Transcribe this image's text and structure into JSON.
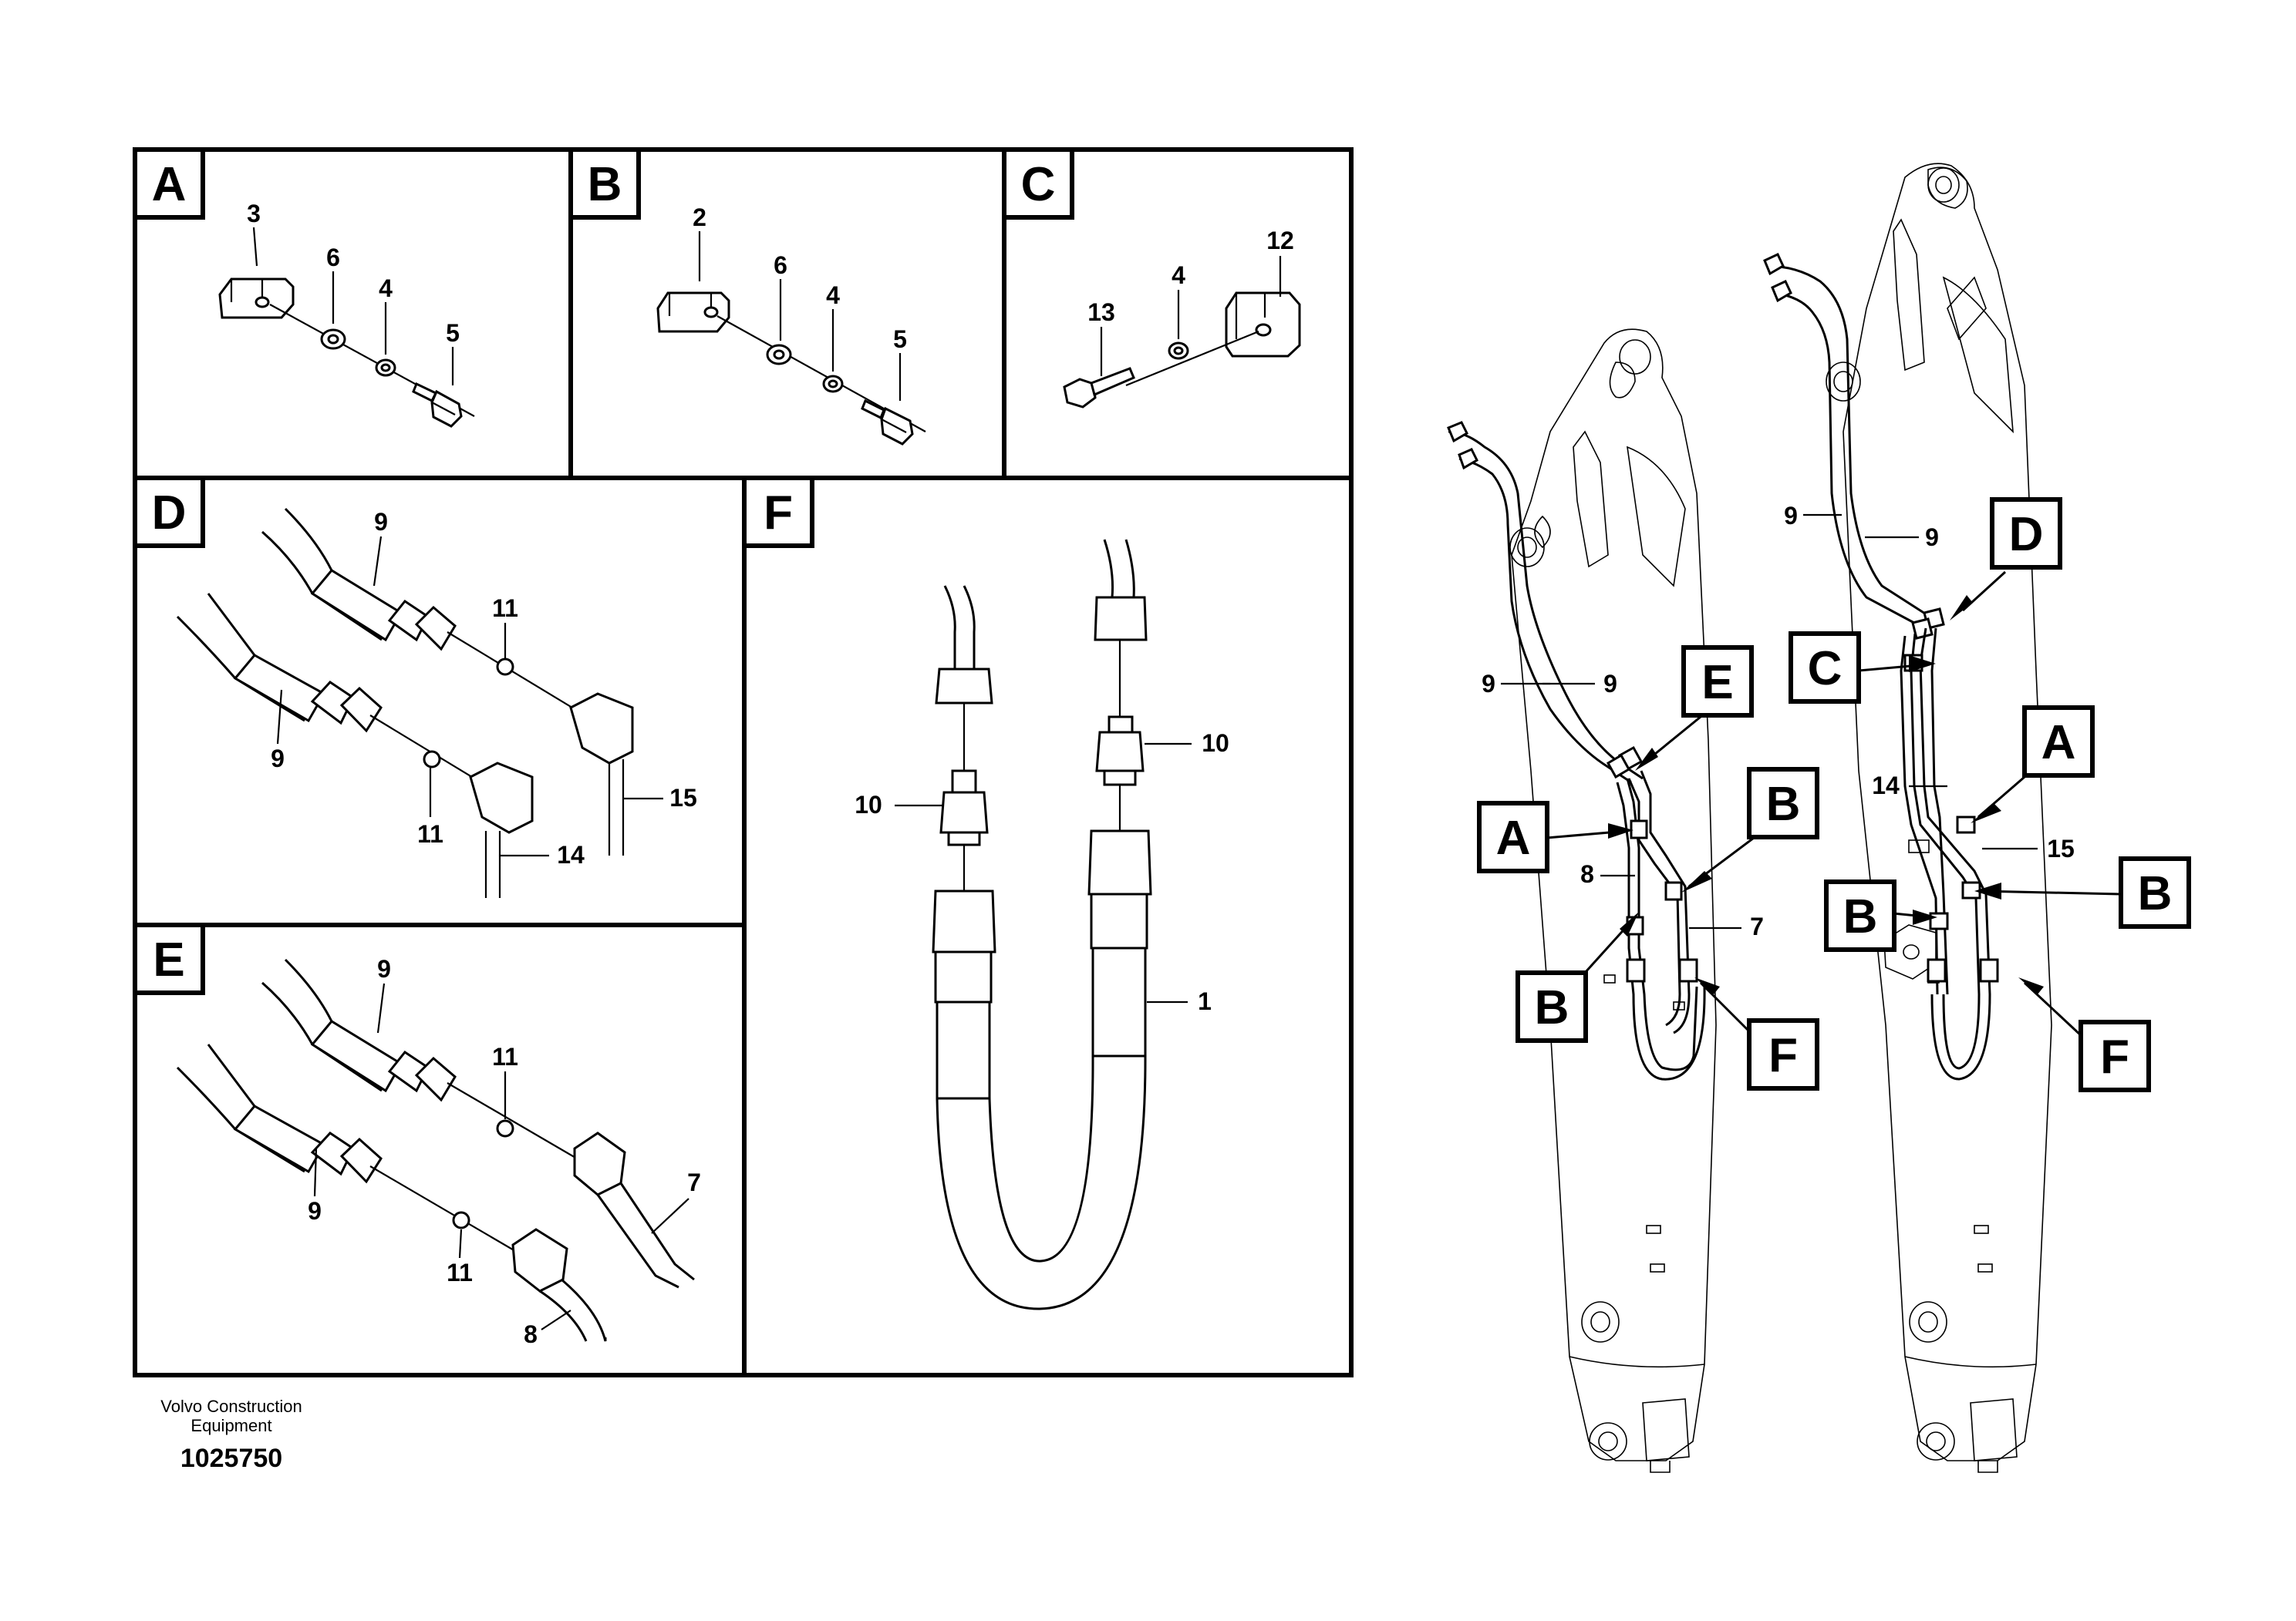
{
  "caption": {
    "company_line1": "Volvo Construction",
    "company_line2": "Equipment",
    "drawing_number": "1025750"
  },
  "panels": {
    "A": {
      "letter": "A",
      "labels": [
        "3",
        "6",
        "4",
        "5"
      ]
    },
    "B": {
      "letter": "B",
      "labels": [
        "2",
        "6",
        "4",
        "5"
      ]
    },
    "C": {
      "letter": "C",
      "labels": [
        "12",
        "13",
        "4"
      ]
    },
    "D": {
      "letter": "D",
      "labels": [
        "9",
        "9",
        "11",
        "11",
        "15",
        "14"
      ]
    },
    "E": {
      "letter": "E",
      "labels": [
        "9",
        "9",
        "11",
        "11",
        "7",
        "8"
      ]
    },
    "F": {
      "letter": "F",
      "labels": [
        "10",
        "10",
        "1"
      ]
    }
  },
  "boom_left": {
    "labels": {
      "hose_9a": "9",
      "hose_9b": "9",
      "pipe_8": "8",
      "pipe_7": "7"
    },
    "refs": {
      "E": "E",
      "A": "A",
      "B1": "B",
      "B2": "B",
      "F": "F"
    }
  },
  "boom_right": {
    "labels": {
      "hose_9a": "9",
      "hose_9b": "9",
      "pipe_14": "14",
      "pipe_15": "15"
    },
    "refs": {
      "D": "D",
      "C": "C",
      "A": "A",
      "B1": "B",
      "B2": "B",
      "F": "F"
    }
  },
  "colors": {
    "line": "#000000",
    "background": "#ffffff"
  }
}
